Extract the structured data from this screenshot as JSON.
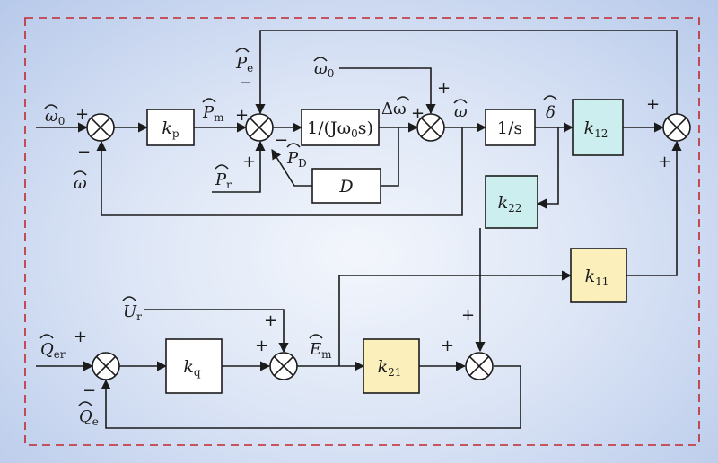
{
  "blocks": {
    "kp": {
      "sym": "k",
      "sub": "p"
    },
    "inertia": {
      "text": "1/(Jω",
      "sub": "0",
      "tail": "s)"
    },
    "damp": {
      "sym": "D"
    },
    "integ": {
      "text": "1/s"
    },
    "k12": {
      "sym": "k",
      "sub": "12"
    },
    "k22": {
      "sym": "k",
      "sub": "22"
    },
    "k11": {
      "sym": "k",
      "sub": "11"
    },
    "kq": {
      "sym": "k",
      "sub": "q"
    },
    "k21": {
      "sym": "k",
      "sub": "21"
    }
  },
  "signals": {
    "omega0_in": {
      "sym": "ω",
      "sub": "0"
    },
    "omega_fb": {
      "sym": "ω"
    },
    "Pm": {
      "sym": "P",
      "sub": "m"
    },
    "Pe": {
      "sym": "P",
      "sub": "e"
    },
    "Pr": {
      "sym": "P",
      "sub": "r"
    },
    "PD": {
      "sym": "P",
      "sub": "D"
    },
    "domega": {
      "sym": "Δω"
    },
    "omega0_top": {
      "sym": "ω",
      "sub": "0"
    },
    "omega_out": {
      "sym": "ω"
    },
    "delta": {
      "sym": "δ"
    },
    "Qer": {
      "sym": "Q",
      "sub": "er"
    },
    "Qe": {
      "sym": "Q",
      "sub": "e"
    },
    "Ur": {
      "sym": "U",
      "sub": "r"
    },
    "Em": {
      "sym": "E",
      "sub": "m"
    }
  },
  "signs": {
    "plus": "+",
    "minus": "−"
  },
  "colors": {
    "dashed_border": "#c0282e",
    "cyan_block": "#cdeeee",
    "yellow_block": "#fbf0bc",
    "white_block": "#ffffff"
  }
}
